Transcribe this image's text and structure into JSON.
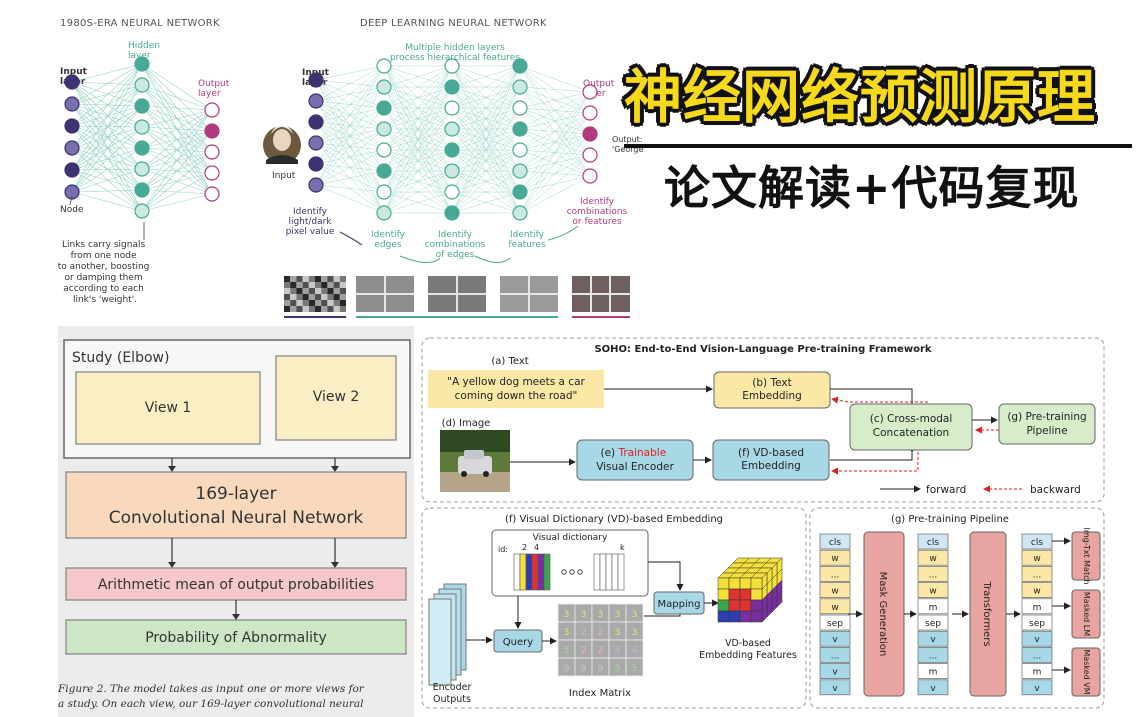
{
  "overlay": {
    "title_main": "神经网络预测原理",
    "title_sub": "论文解读+代码复现",
    "accent_color": "#f5d91a"
  },
  "nn_old": {
    "title": "1980S-ERA NEURAL NETWORK",
    "input_label": [
      "Input",
      "layer"
    ],
    "hidden_label": [
      "Hidden",
      "layer"
    ],
    "output_label": [
      "Output",
      "layer"
    ],
    "node_label": "Node",
    "note": [
      "Links carry signals",
      "from one node",
      "to another, boosting",
      "or damping them",
      "according to each",
      "link's 'weight'."
    ]
  },
  "nn_deep": {
    "title": "DEEP LEARNING NEURAL NETWORK",
    "hidden_label": [
      "Multiple hidden layers",
      "process hierarchical features"
    ],
    "input_label": [
      "Input",
      "layer"
    ],
    "output_label": [
      "Output",
      "layer"
    ],
    "input_caption": "Input",
    "output_caption": [
      "Output:",
      "'George'"
    ],
    "stage1": [
      "Identify",
      "light/dark",
      "pixel value"
    ],
    "stage2": [
      "Identify",
      "edges"
    ],
    "stage3": [
      "Identify",
      "combinations",
      "of edges"
    ],
    "stage4": [
      "Identify",
      "features"
    ],
    "stage5": [
      "Identify",
      "combinations",
      "or features"
    ]
  },
  "elbow": {
    "study": "Study (Elbow)",
    "view1": "View 1",
    "view2": "View 2",
    "cnn": [
      "169-layer",
      "Convolutional Neural Network"
    ],
    "mean": "Arithmetic mean of output probabilities",
    "prob": "Probability of Abnormality",
    "caption": [
      "Figure 2. The model takes as input one or more views for",
      "a study. On each view, our 169-layer convolutional neural"
    ]
  },
  "soho": {
    "title": "SOHO: End-to-End Vision-Language Pre-training Framework",
    "text_label": "(a) Text",
    "text_quote": [
      "\"A yellow dog meets a car",
      "coming down the road\""
    ],
    "text_embedding": [
      "(b) Text",
      "Embedding"
    ],
    "image_label": "(d) Image",
    "encoder_prefix": "(e) ",
    "encoder_trainable": "Trainable",
    "encoder_rest": "Visual Encoder",
    "vd_embedding": [
      "(f) VD-based",
      "Embedding"
    ],
    "cross_modal": [
      "(c) Cross-modal",
      "Concatenation"
    ],
    "pretrain": [
      "(g) Pre-training",
      "Pipeline"
    ],
    "forward": "forward",
    "backward": "backward"
  },
  "vd": {
    "title": "(f) Visual Dictionary (VD)-based Embedding",
    "dict_label": "Visual dictionary",
    "id_label": "id:",
    "id_values": [
      "2",
      "4",
      "k"
    ],
    "query": "Query",
    "mapping": "Mapping",
    "encoder_outputs": [
      "Encoder",
      "Outputs"
    ],
    "index_matrix": "Index Matrix",
    "matrix_rows": [
      [
        "3",
        "3",
        "3",
        "3",
        "3"
      ],
      [
        "3",
        "2",
        "2",
        "3",
        "3"
      ],
      [
        "5",
        "2",
        "2",
        "4",
        "4"
      ],
      [
        "9",
        "9",
        "9",
        "5",
        "5"
      ]
    ],
    "features": [
      "VD-based",
      "Embedding Features"
    ]
  },
  "pipeline": {
    "title": "(g) Pre-training Pipeline",
    "col1": [
      "cls",
      "w",
      "...",
      "w",
      "w",
      "sep",
      "v",
      "...",
      "v",
      "v"
    ],
    "col2": [
      "cls",
      "w",
      "...",
      "w",
      "m",
      "sep",
      "v",
      "...",
      "m",
      "v"
    ],
    "col3": [
      "cls",
      "w",
      "...",
      "w",
      "m",
      "sep",
      "v",
      "...",
      "m",
      "v"
    ],
    "mask_generation": "Mask Generation",
    "transformers": "Transformers",
    "heads": [
      "Img-Txt Match",
      "Masked LM",
      "Masked VM"
    ]
  }
}
